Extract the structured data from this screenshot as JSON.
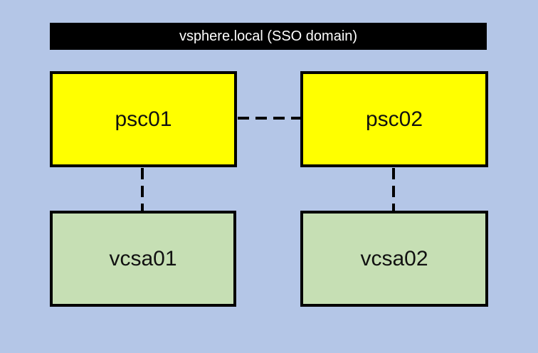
{
  "domain_label": "vsphere.local (SSO domain)",
  "colors": {
    "background": "#b4c6e7",
    "psc": "#ffff00",
    "vcsa": "#c6dfb4",
    "banner": "#000000"
  },
  "nodes": [
    {
      "id": "psc01",
      "label": "psc01",
      "type": "psc"
    },
    {
      "id": "psc02",
      "label": "psc02",
      "type": "psc"
    },
    {
      "id": "vcsa01",
      "label": "vcsa01",
      "type": "vcsa"
    },
    {
      "id": "vcsa02",
      "label": "vcsa02",
      "type": "vcsa"
    }
  ],
  "links": [
    {
      "from": "psc01",
      "to": "psc02",
      "style": "dashed"
    },
    {
      "from": "psc01",
      "to": "vcsa01",
      "style": "dashed"
    },
    {
      "from": "psc02",
      "to": "vcsa02",
      "style": "dashed"
    }
  ]
}
